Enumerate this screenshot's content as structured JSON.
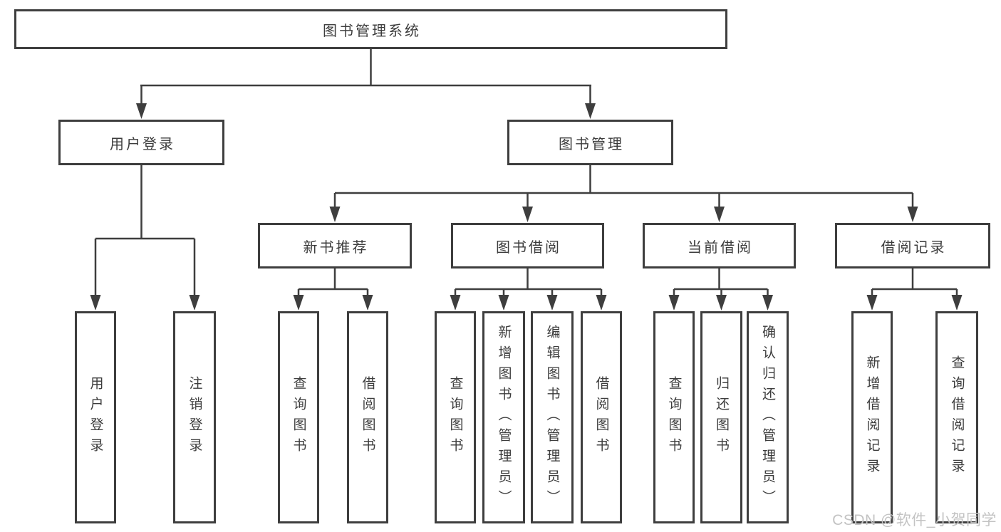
{
  "root": {
    "label": "图书管理系统"
  },
  "level2": [
    {
      "label": "用户登录"
    },
    {
      "label": "图书管理"
    }
  ],
  "level3": [
    {
      "label": "新书推荐"
    },
    {
      "label": "图书借阅"
    },
    {
      "label": "当前借阅"
    },
    {
      "label": "借阅记录"
    }
  ],
  "leaves": {
    "user": [
      "用户登录",
      "注销登录"
    ],
    "newbook": [
      "查询图书",
      "借阅图书"
    ],
    "borrow": [
      "查询图书",
      "新增图书（管理员）",
      "编辑图书（管理员）",
      "借阅图书"
    ],
    "current": [
      "查询图书",
      "归还图书",
      "确认归还（管理员）"
    ],
    "record": [
      "新增借阅记录",
      "查询借阅记录"
    ]
  },
  "watermark": {
    "text": "CSDN @软件_小贺同学"
  },
  "colors": {
    "line": "#3e3e3e",
    "text": "#3c3c3c",
    "watermark": "#c3c3c3",
    "background": "#ffffff"
  }
}
